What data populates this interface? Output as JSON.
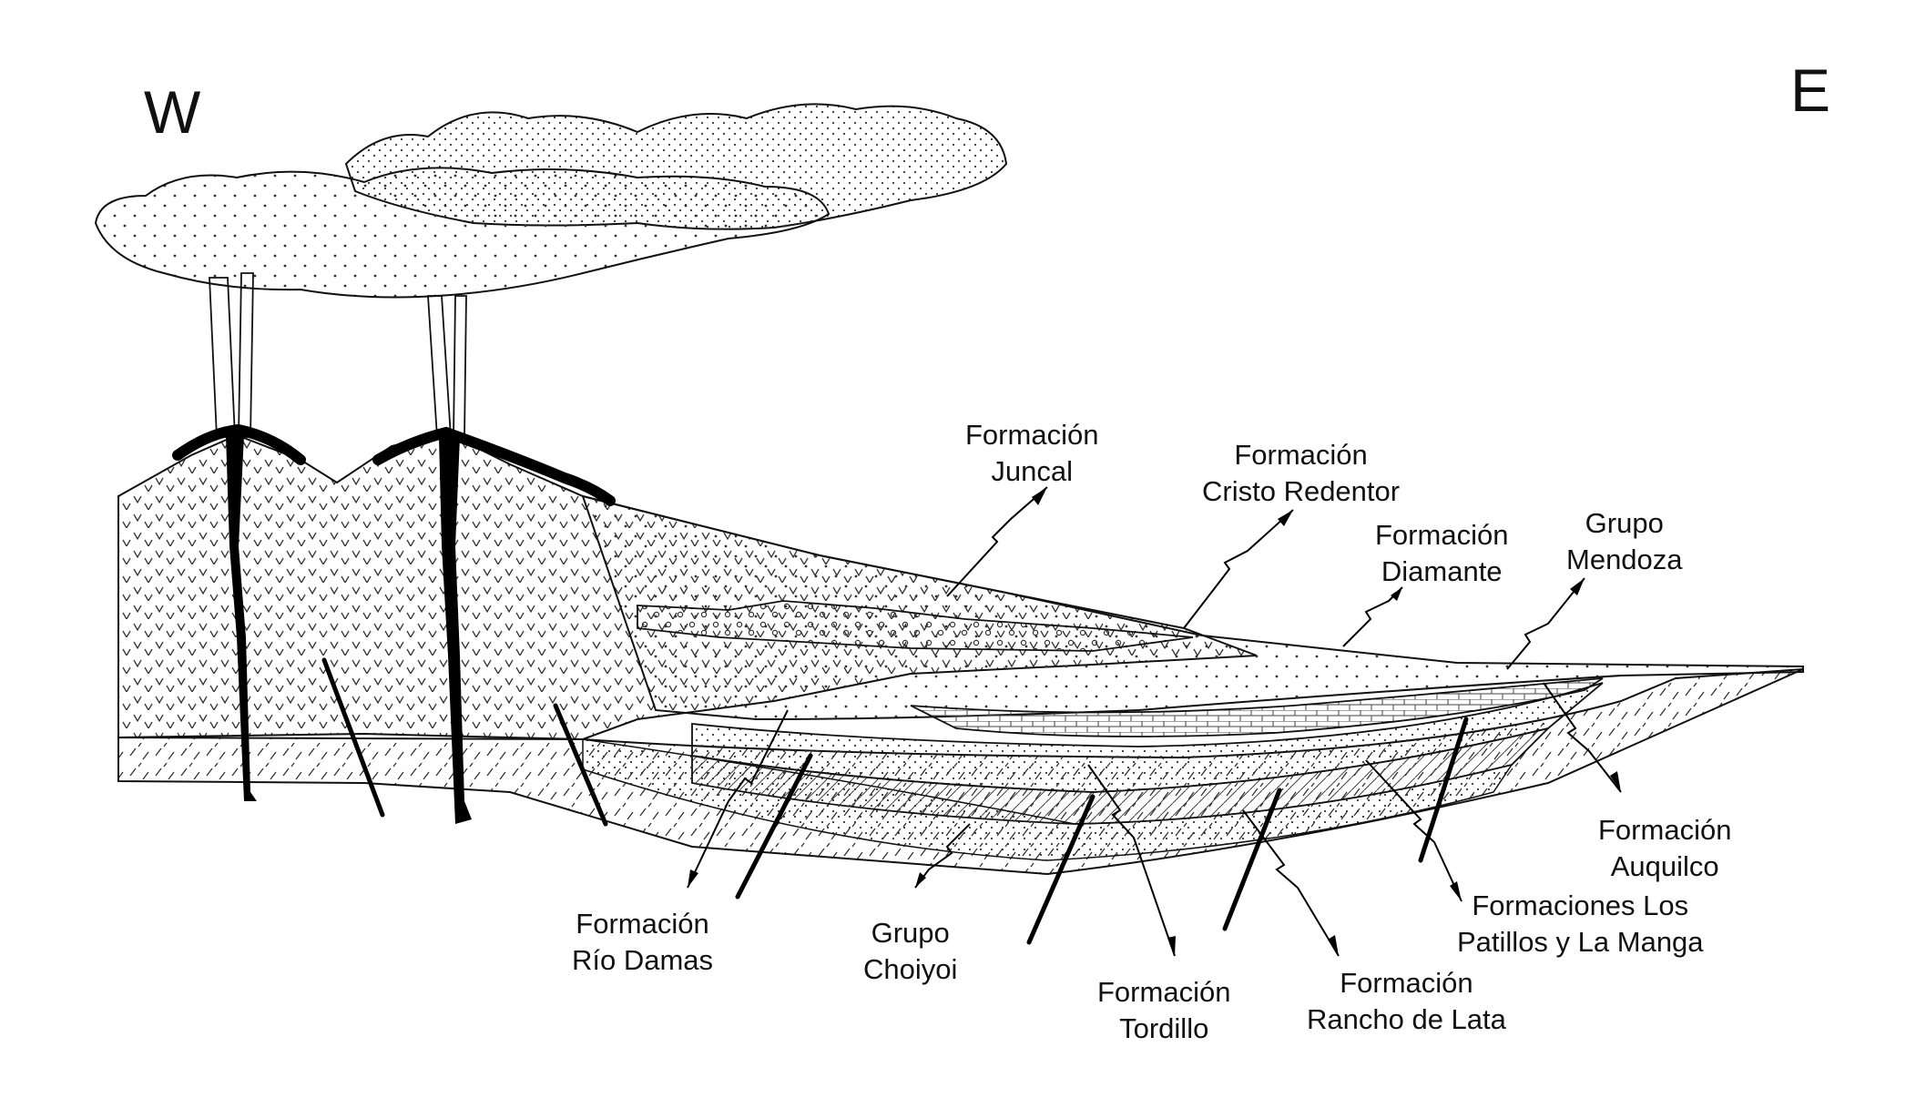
{
  "directions": {
    "west": "W",
    "east": "E"
  },
  "labels": {
    "juncal": [
      "Formación",
      "Juncal"
    ],
    "cristo_redentor": [
      "Formación",
      "Cristo Redentor"
    ],
    "diamante": [
      "Formación",
      "Diamante"
    ],
    "mendoza": [
      "Grupo",
      "Mendoza"
    ],
    "auquilco": [
      "Formación",
      "Auquilco"
    ],
    "los_patillos": [
      "Formaciones Los",
      "Patillos y La Manga"
    ],
    "rancho_de_lata": [
      "Formación",
      "Rancho de Lata"
    ],
    "tordillo": [
      "Formación",
      "Tordillo"
    ],
    "choiyoi": [
      "Grupo",
      "Choiyoi"
    ],
    "rio_damas": [
      "Formación",
      "Río Damas"
    ]
  }
}
